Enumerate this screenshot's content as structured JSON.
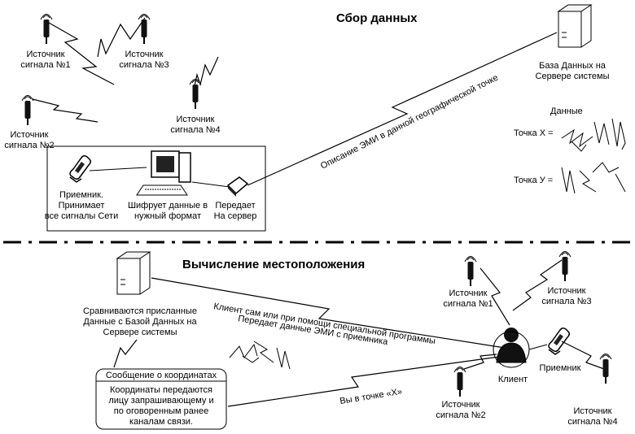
{
  "collection": {
    "title": "Сбор данных",
    "sources": [
      {
        "line1": "Источник",
        "line2": "сигнала №1"
      },
      {
        "line1": "Источник",
        "line2": "сигнала №3"
      },
      {
        "line1": "Источник",
        "line2": "сигнала №2"
      },
      {
        "line1": "Источник",
        "line2": "сигнала №4"
      }
    ],
    "database": {
      "line1": "База Данных на",
      "line2": "Сервере системы"
    },
    "receiver": {
      "line1": "Приемник.",
      "line2": "Принимает",
      "line3": "все сигналы Сети"
    },
    "encoder": {
      "line1": "Шифрует данные в",
      "line2": "нужный формат"
    },
    "sender": {
      "line1": "Передает",
      "line2": "На сервер"
    },
    "emi_label": "Описание ЭМИ в данной географической точке",
    "data_heading": "Данные",
    "point_x": "Точка X =",
    "point_y": "Точка У ="
  },
  "location": {
    "title": "Вычисление местоположения",
    "server_note": {
      "line1": "Сравниваются присланные",
      "line2": "Данные с Базой Данных на",
      "line3": "Сервере системы"
    },
    "client_note": {
      "line1": "Клиент сам или при помощи специальной программы",
      "line2": "Передает данные ЭМИ с приемника"
    },
    "sources": [
      {
        "line1": "Источник",
        "line2": "сигнала №1"
      },
      {
        "line1": "Источник",
        "line2": "сигнала №3"
      },
      {
        "line1": "Источник",
        "line2": "сигнала №2"
      },
      {
        "line1": "Источник",
        "line2": "сигнала №4"
      }
    ],
    "client_label": "Клиент",
    "receiver_label": "Приемник",
    "result_label": "Вы в точке «Х»",
    "message": {
      "heading": "Сообщение о координатах",
      "line1": "Координаты передаются",
      "line2": "лицу запрашивающему и",
      "line3": "по оговоренным ранее",
      "line4": "каналам связи."
    }
  }
}
